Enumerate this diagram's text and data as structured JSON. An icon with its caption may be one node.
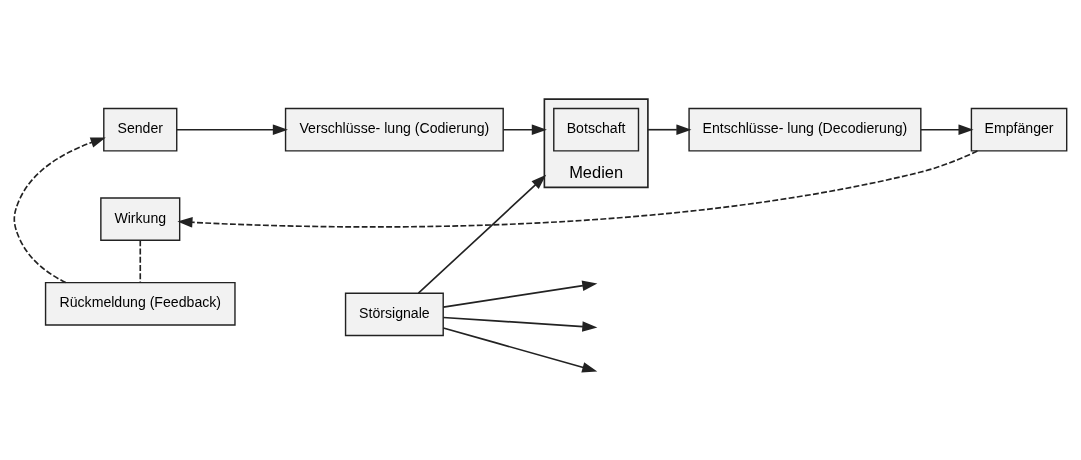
{
  "diagram": {
    "nodes": [
      {
        "text": [
          "Sender"
        ]
      },
      {
        "text": [
          "Verschlüsse- lung (Codierung)"
        ]
      },
      {
        "text": [
          "Medien"
        ]
      },
      {
        "text": [
          "Botschaft"
        ],
        "in": 2
      },
      {
        "text": [
          "Entschlüsse- lung (Decodierung)"
        ]
      },
      {
        "text": [
          "Empfänger"
        ]
      },
      {
        "text": [
          "Störsignale"
        ]
      },
      {
        "text": [
          "Wirkung"
        ]
      },
      {
        "text": [
          "Rückmeldung (Feedback)"
        ]
      }
    ],
    "edges": [
      {
        "from": 0,
        "to": 1,
        "arrow": "to"
      },
      {
        "from": 1,
        "to": 2,
        "arrow": "to"
      },
      {
        "from": 2,
        "to": 4,
        "arrow": "to"
      },
      {
        "from": 4,
        "to": 5,
        "arrow": "to"
      },
      {
        "from": 6,
        "to": 2,
        "arrow": "to"
      },
      {
        "from": 6,
        "to": null,
        "arrow": "to"
      },
      {
        "from": 6,
        "to": null,
        "arrow": "to"
      },
      {
        "from": 6,
        "to": null,
        "arrow": "to"
      },
      {
        "from": 5,
        "to": 7,
        "arrow": "to",
        "style": "dashed"
      },
      {
        "from": 7,
        "to": 8,
        "arrow": "none",
        "style": "dashed"
      },
      {
        "from": 8,
        "to": 0,
        "arrow": "to",
        "style": "dashed"
      }
    ]
  }
}
